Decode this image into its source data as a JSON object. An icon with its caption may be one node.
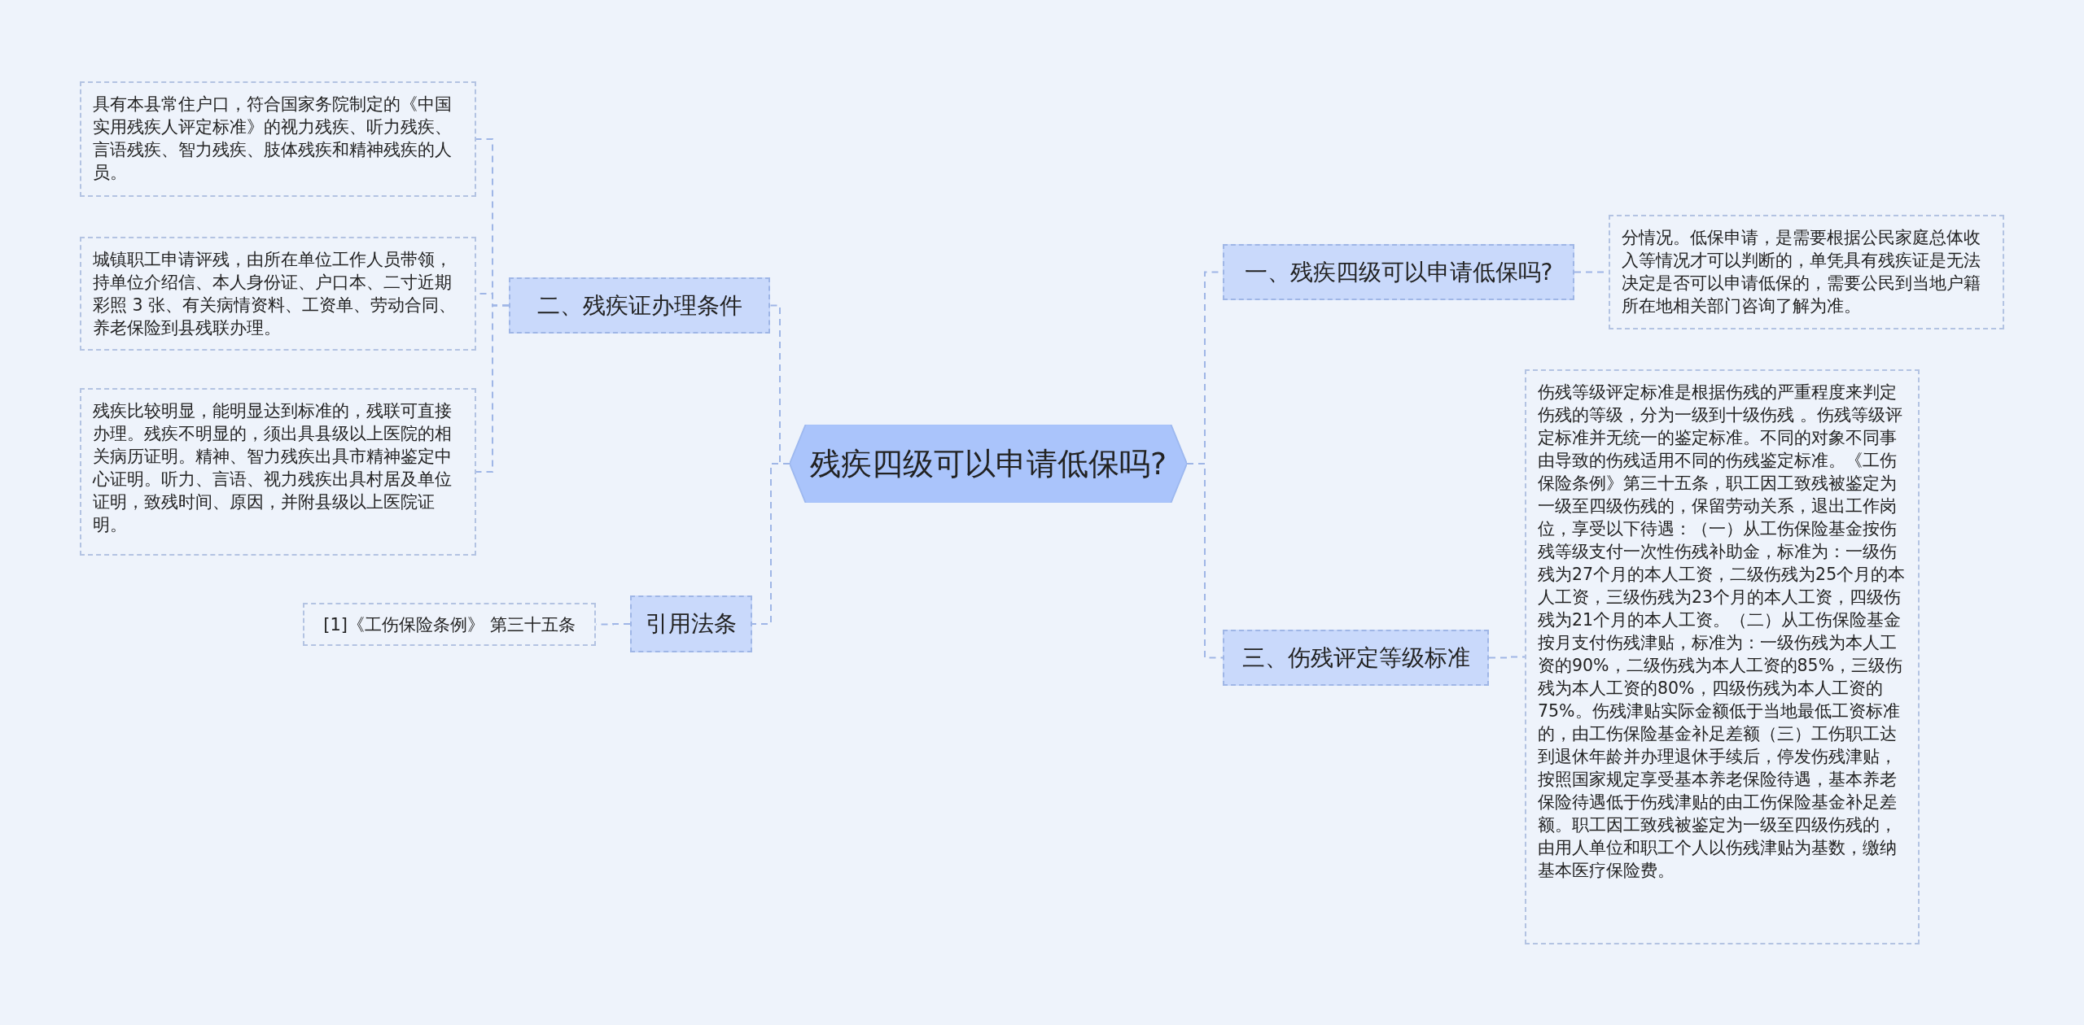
{
  "diagram": {
    "nodes": [
      {
        "text": [
          "残疾四级可以申请低保吗?"
        ]
      },
      {
        "text": [
          "一、残疾四级可以申请低保吗?"
        ]
      },
      {
        "text": [
          "分情况。低保申请，是需要根据公民家庭总体收入等情况才可以判断的，单凭具有残疾证是无法决定是否可以申请低保的，需要公民到当地户籍所在地相关部门咨询了解为准。"
        ]
      },
      {
        "text": [
          "三、伤残评定等级标准"
        ]
      },
      {
        "text": [
          "伤残等级评定标准是根据伤残的严重程度来判定伤残的等级，分为一级到十级伤残 。伤残等级评定标准并无统一的鉴定标准。不同的对象不同事由导致的伤残适用不同的伤残鉴定标准。《工伤保险条例》第三十五条，职工因工致残被鉴定为一级至四级伤残的，保留劳动关系，退出工作岗位，享受以下待遇：（一）从工伤保险基金按伤残等级支付一次性伤残补助金，标准为：一级伤残为27个月的本人工资，二级伤残为25个月的本人工资，三级伤残为23个月的本人工资，四级伤残为21个月的本人工资。（二）从工伤保险基金按月支付伤残津贴，标准为：一级伤残为本人工资的90%，二级伤残为本人工资的85%，三级伤残为本人工资的80%，四级伤残为本人工资的75%。伤残津贴实际金额低于当地最低工资标准的，由工伤保险基金补足差额（三）工伤职工达到退休年龄并办理退休手续后，停发伤残津贴，按照国家规定享受基本养老保险待遇，基本养老保险待遇低于伤残津贴的由工伤保险基金补足差额。职工因工致残被鉴定为一级至四级伤残的，由用人单位和职工个人以伤残津贴为基数，缴纳基本医疗保险费。"
        ]
      },
      {
        "text": [
          "二、残疾证办理条件"
        ]
      },
      {
        "text": [
          "具有本县常住户口，符合国家务院制定的《中国实用残疾人评定标准》的视力残疾、听力残疾、言语残疾、智力残疾、肢体残疾和精神残疾的人员。"
        ]
      },
      {
        "text": [
          "城镇职工申请评残，由所在单位工作人员带领，持单位介绍信、本人身份证、户口本、二寸近期彩照 3 张、有关病情资料、工资单、劳动合同、养老保险到县残联办理。"
        ]
      },
      {
        "text": [
          "残疾比较明显，能明显达到标准的，残联可直接办理。残疾不明显的，须出具县级以上医院的相关病历证明。精神、智力残疾出具市精神鉴定中心证明。听力、言语、视力残疾出具村居及单位证明，致残时间、原因，并附县级以上医院证明。"
        ]
      },
      {
        "text": [
          "引用法条"
        ]
      },
      {
        "text": [
          "[1]《工伤保险条例》 第三十五条"
        ]
      }
    ],
    "edges": [
      {
        "from": 0,
        "to": 1,
        "arrow": "none"
      },
      {
        "from": 1,
        "to": 2,
        "arrow": "none"
      },
      {
        "from": 0,
        "to": 3,
        "arrow": "none"
      },
      {
        "from": 3,
        "to": 4,
        "arrow": "none"
      },
      {
        "from": 0,
        "to": 5,
        "arrow": "none"
      },
      {
        "from": 5,
        "to": 6,
        "arrow": "none"
      },
      {
        "from": 5,
        "to": 7,
        "arrow": "none"
      },
      {
        "from": 5,
        "to": 8,
        "arrow": "none"
      },
      {
        "from": 0,
        "to": 9,
        "arrow": "none"
      },
      {
        "from": 9,
        "to": 10,
        "arrow": "none"
      }
    ]
  }
}
